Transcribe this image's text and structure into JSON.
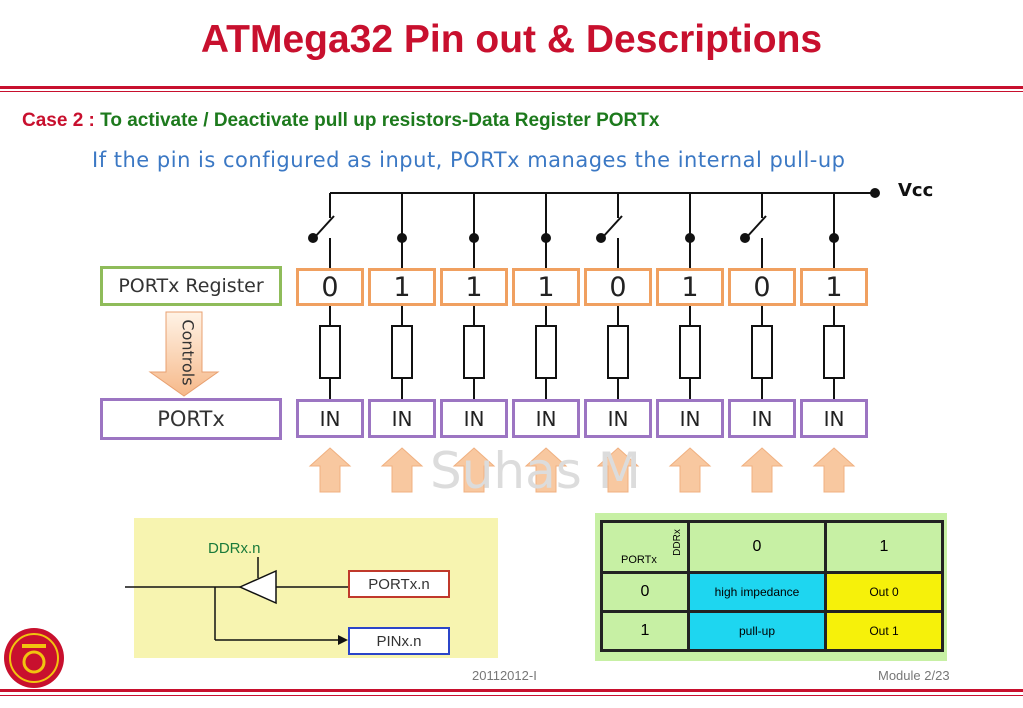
{
  "slide": {
    "title": "ATMega32 Pin out & Descriptions",
    "case_label": "Case 2 :",
    "case_text": " To activate / Deactivate pull up resistors-Data Register PORTx",
    "subtitle": "If the pin is configured  as input, PORTx manages the internal pull-up"
  },
  "diagram": {
    "vcc_label": "Vcc",
    "portx_register_label": "PORTx Register",
    "controls_label": "Controls",
    "portx_label": "PORTx",
    "bits": [
      "0",
      "1",
      "1",
      "1",
      "0",
      "1",
      "0",
      "1"
    ],
    "inputs": [
      "IN",
      "IN",
      "IN",
      "IN",
      "IN",
      "IN",
      "IN",
      "IN"
    ],
    "watermark": "Suhas M",
    "colors": {
      "bit_border": "#f0a060",
      "portx_border": "#9c75c2",
      "reg_border": "#8fbc5a",
      "arrow": "#f8c8a0"
    }
  },
  "buffer": {
    "ddrxn": "DDRx.n",
    "portxn": "PORTx.n",
    "pinxn": "PINx.n"
  },
  "truth_table": {
    "corner_row": "PORTx",
    "corner_col": "DDRx",
    "col_headers": [
      "0",
      "1"
    ],
    "rows": [
      {
        "label": "0",
        "cells": [
          "high impedance",
          "Out 0"
        ]
      },
      {
        "label": "1",
        "cells": [
          "pull-up",
          "Out 1"
        ]
      }
    ]
  },
  "footer": {
    "date": "20112012-I",
    "module": "Module 2/23"
  }
}
